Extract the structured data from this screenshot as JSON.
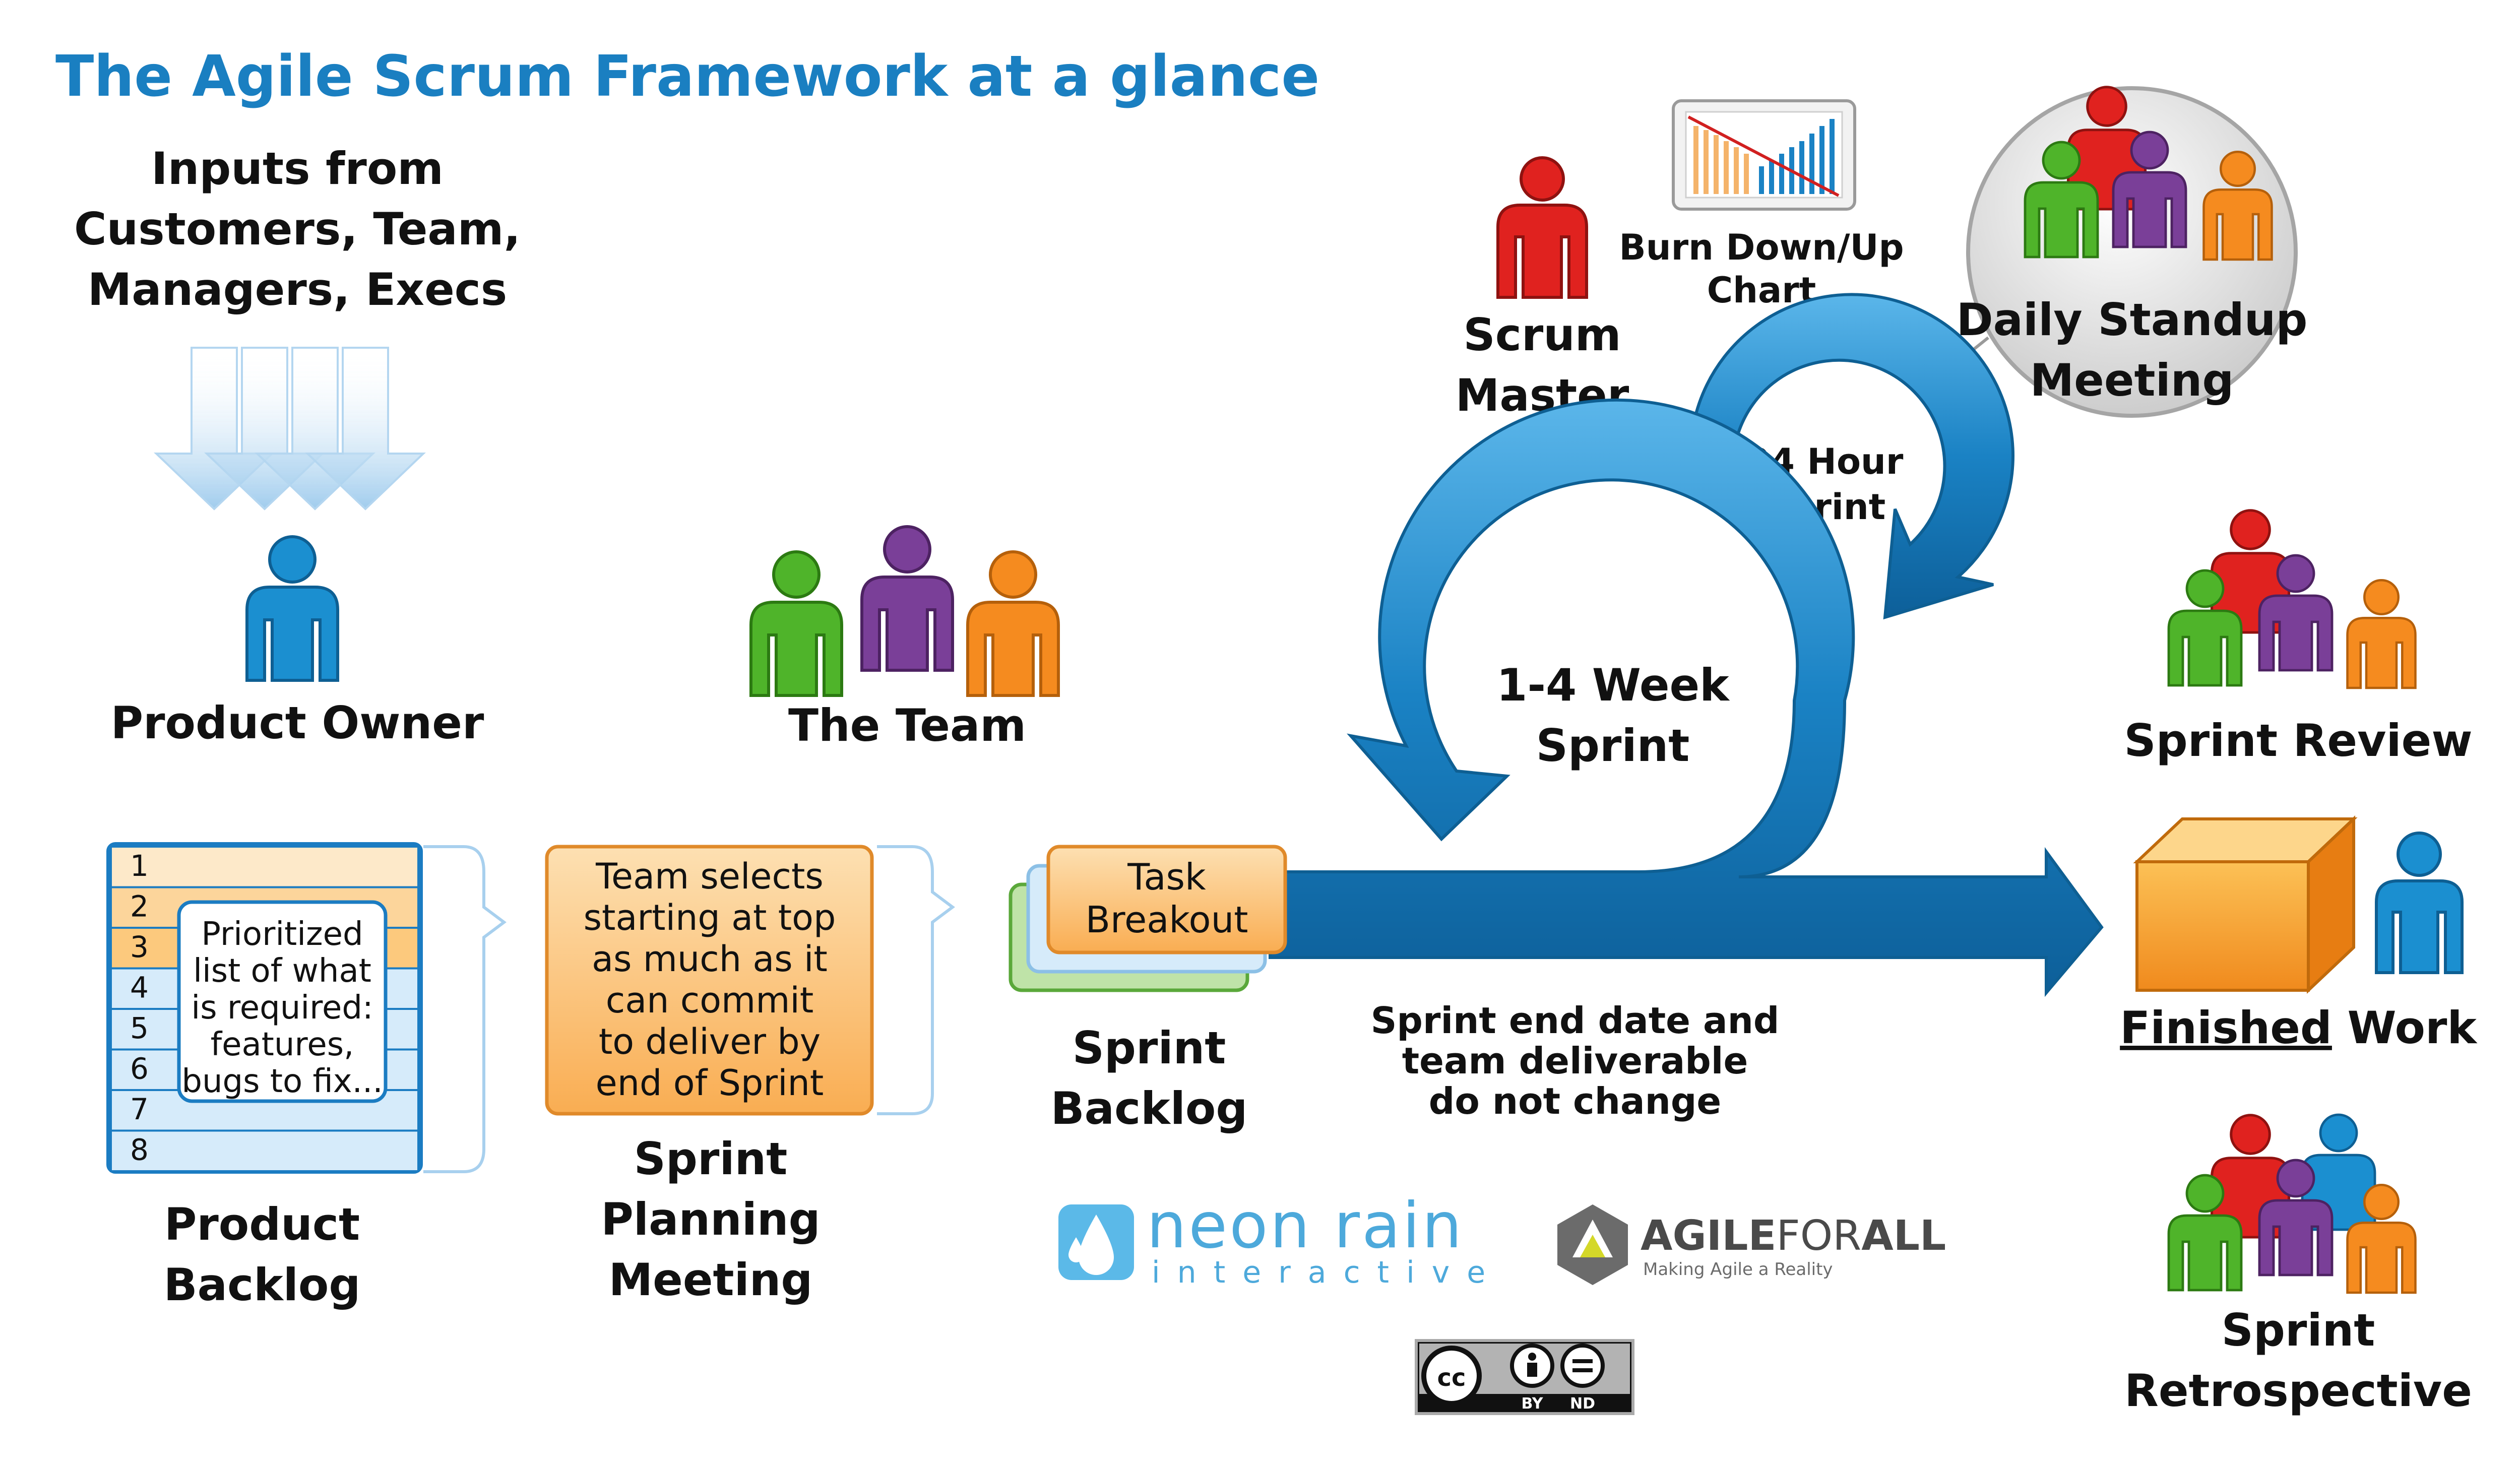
{
  "title": "The Agile Scrum Framework at a glance",
  "inputs": {
    "line1": "Inputs from",
    "line2": "Customers, Team,",
    "line3": "Managers, Execs"
  },
  "product_owner": "Product Owner",
  "the_team": "The Team",
  "scrum_master": {
    "line1": "Scrum",
    "line2": "Master"
  },
  "burn_chart": {
    "line1": "Burn Down/Up",
    "line2": "Chart"
  },
  "daily_standup": {
    "line1": "Daily Standup",
    "line2": "Meeting"
  },
  "hour_sprint": {
    "line1": "24 Hour",
    "line2": "Sprint"
  },
  "week_sprint": {
    "line1": "1-4 Week",
    "line2": "Sprint"
  },
  "sprint_review": "Sprint Review",
  "finished_work": {
    "underlined": "Finished",
    "rest": " Work"
  },
  "sprint_retrospective": {
    "line1": "Sprint",
    "line2": "Retrospective"
  },
  "product_backlog": {
    "rows": [
      "1",
      "2",
      "3",
      "4",
      "5",
      "6",
      "7",
      "8"
    ],
    "note": [
      "Prioritized",
      "list of what",
      "is required:",
      "features,",
      "bugs to fix..."
    ],
    "label1": "Product",
    "label2": "Backlog"
  },
  "sprint_planning": {
    "note": [
      "Team selects",
      "starting at top",
      "as much as it",
      "can commit",
      "to deliver by",
      "end of Sprint"
    ],
    "label1": "Sprint",
    "label2": "Planning",
    "label3": "Meeting"
  },
  "task_breakout": {
    "line1": "Task",
    "line2": "Breakout"
  },
  "sprint_backlog": {
    "line1": "Sprint",
    "line2": "Backlog"
  },
  "sprint_end": {
    "line1": "Sprint end date and",
    "line2": "team deliverable",
    "line3": "do not change"
  },
  "logos": {
    "neon_rain": {
      "name": "neon rain",
      "sub": "interactive"
    },
    "agile_for_all": {
      "name_part1": "AGILE",
      "name_part2": "FOR",
      "name_part3": "ALL",
      "tagline": "Making Agile a Reality"
    },
    "cc": {
      "by": "BY",
      "nd": "ND"
    }
  },
  "colors": {
    "title_blue": "#1a7fc1",
    "arrow_blue": "#1a82c4",
    "person_blue": "#1b8fd0",
    "person_red": "#e0221f",
    "person_green": "#4fb42a",
    "person_purple": "#7a3f98",
    "person_orange": "#f58b1f",
    "note_orange": "#fbbf6e"
  }
}
